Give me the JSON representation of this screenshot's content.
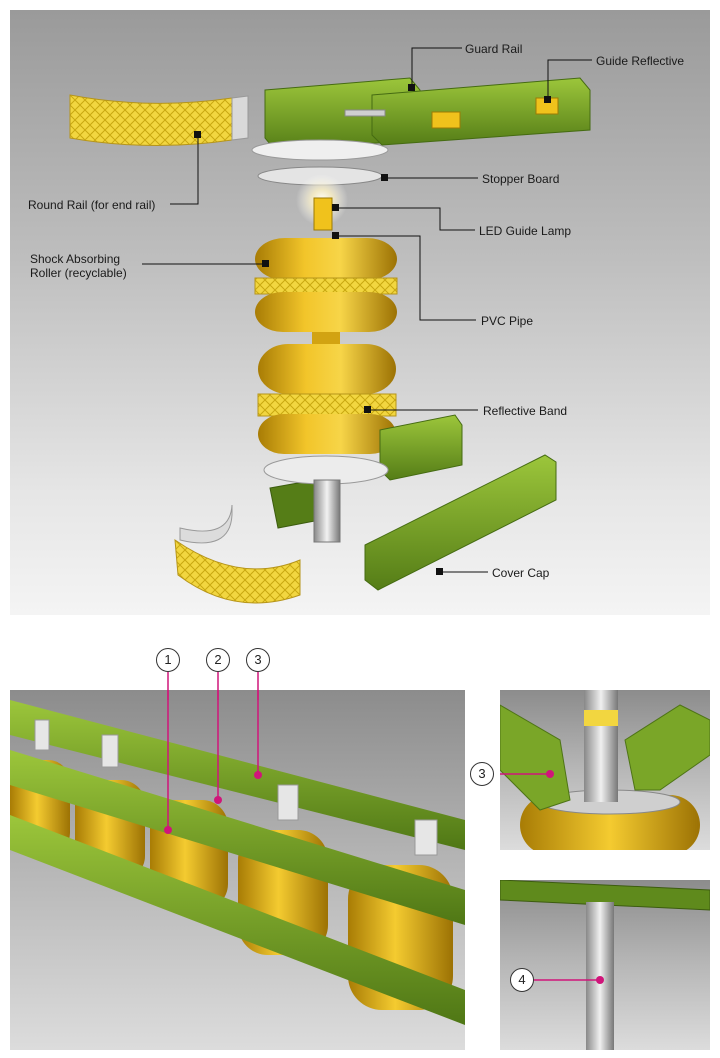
{
  "labels": {
    "guard_rail": "Guard Rail",
    "guide_reflective": "Guide Reflective",
    "stopper_board": "Stopper Board",
    "round_rail": "Round Rail (for end rail)",
    "led_guide_lamp": "LED Guide Lamp",
    "shock_roller_line1": "Shock Absorbing",
    "shock_roller_line2": "Roller (recyclable)",
    "pvc_pipe": "PVC Pipe",
    "reflective_band": "Reflective Band",
    "cover_cap": "Cover Cap"
  },
  "callouts": [
    "1",
    "2",
    "3",
    "3",
    "4"
  ],
  "colors": {
    "rail_green": "#7aa628",
    "rail_dark": "#4e7416",
    "roller_yellow": "#e8b618",
    "roller_shade": "#b88a08",
    "band": "#f1d84a",
    "leader_magenta": "#d0157a"
  }
}
